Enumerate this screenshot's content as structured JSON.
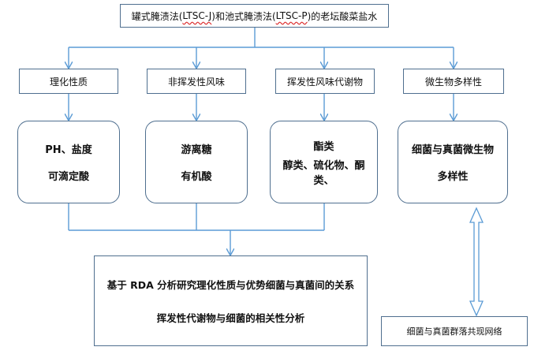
{
  "top": {
    "prefix": "罐式腌渍法(",
    "code_j": "LTSC-J",
    "mid": ")和池式腌渍法(",
    "code_p": "LTSC-P",
    "suffix": ")的老坛酸菜盐水"
  },
  "categories": [
    "理化性质",
    "非挥发性风味",
    "挥发性风味代谢物",
    "微生物多样性"
  ],
  "cards": [
    {
      "line1": "PH、盐度",
      "line2": "可滴定酸"
    },
    {
      "line1": "游离糖",
      "line2": "有机酸"
    },
    {
      "line1": "酯类",
      "line2": "醇类、硫化物、酮类、"
    },
    {
      "line1": "细菌与真菌微生物",
      "line2": "多样性"
    }
  ],
  "result": {
    "line1": "基于 RDA 分析研究理化性质与优势细菌与真菌间的关系",
    "line2": "挥发性代谢物与细菌的相关性分析"
  },
  "network": {
    "label": "细菌与真菌群落共现网络"
  },
  "colors": {
    "arrow": "#5b9bd5",
    "border": "#4f6f8f"
  }
}
